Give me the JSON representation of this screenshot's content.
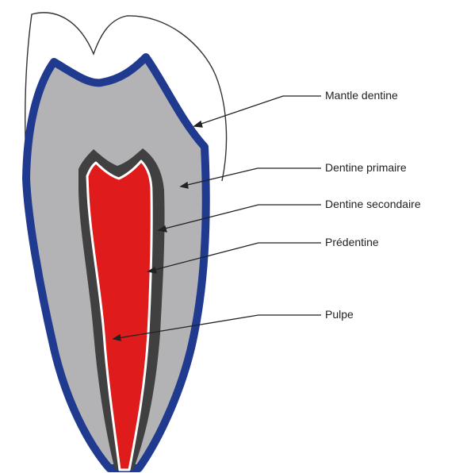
{
  "diagram": {
    "labels": {
      "mantle": "Mantle dentine",
      "primary": "Dentine primaire",
      "secondary": "Dentine secondaire",
      "predentine": "Prédentine",
      "pulp": "Pulpe"
    },
    "colors": {
      "enamel_outline": "#333333",
      "mantle_dentine": "#1f3a8f",
      "dentine": "#b3b3b6",
      "secondary_dentine": "#404040",
      "predentine": "#ffffff",
      "pulp": "#e01b1b",
      "leader_line": "#222222"
    }
  }
}
